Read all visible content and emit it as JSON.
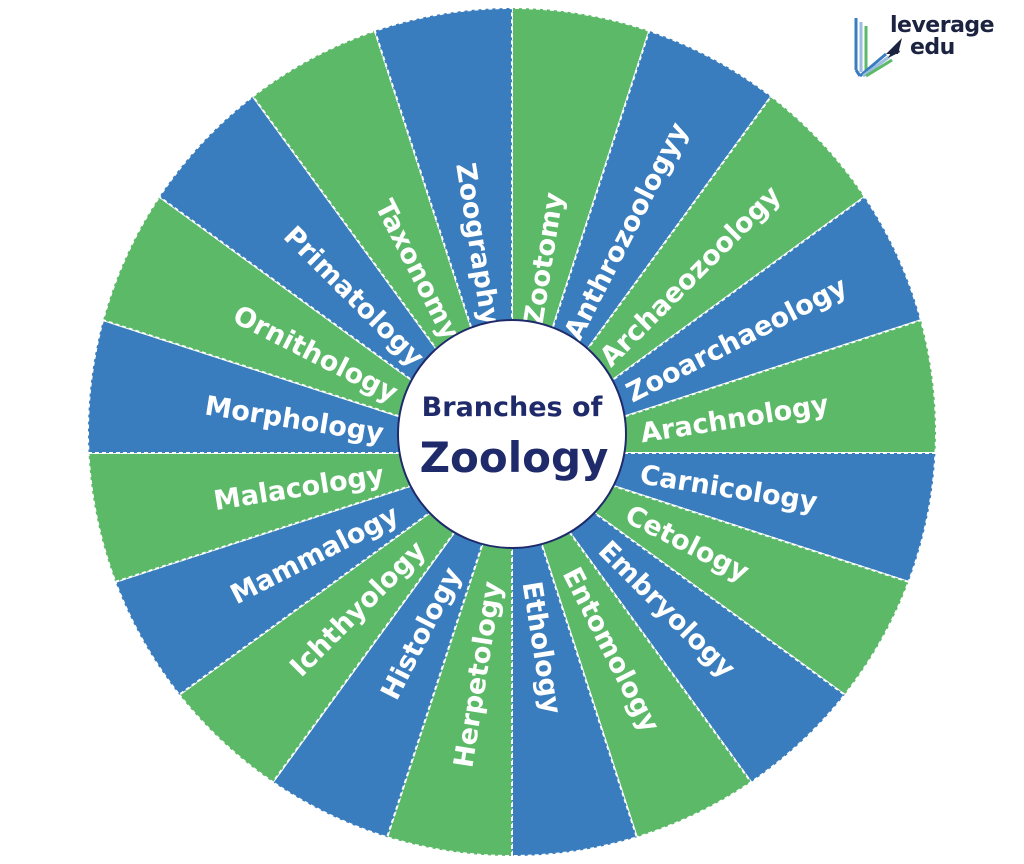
{
  "logo": {
    "line1": "leverage",
    "line2": "edu",
    "icon": "rocket-pencil-icon"
  },
  "center": {
    "line1": "Branches of",
    "line2": "Zoology"
  },
  "colors": {
    "blue": "#3a7dbf",
    "green": "#5cb968",
    "center_text": "#1f2a6b",
    "divider": "#ffffff"
  },
  "segments": [
    {
      "label": "Zootomy",
      "color": "green"
    },
    {
      "label": "Anthrozoologyy",
      "color": "blue"
    },
    {
      "label": "Archaeozoology",
      "color": "green"
    },
    {
      "label": "Zooarchaeology",
      "color": "blue"
    },
    {
      "label": "Arachnology",
      "color": "green"
    },
    {
      "label": "Carnicology",
      "color": "blue"
    },
    {
      "label": "Cetology",
      "color": "green"
    },
    {
      "label": "Embryology",
      "color": "blue"
    },
    {
      "label": "Entomology",
      "color": "green"
    },
    {
      "label": "Ethology",
      "color": "blue"
    },
    {
      "label": "Herpetology",
      "color": "green"
    },
    {
      "label": "Histology",
      "color": "blue"
    },
    {
      "label": "Ichthyology",
      "color": "green"
    },
    {
      "label": "Mammalogy",
      "color": "blue"
    },
    {
      "label": "Malacology",
      "color": "green"
    },
    {
      "label": "Morphology",
      "color": "blue"
    },
    {
      "label": "Ornithology",
      "color": "green"
    },
    {
      "label": "Primatology",
      "color": "blue"
    },
    {
      "label": "Taxonomy",
      "color": "green"
    },
    {
      "label": "Zoography",
      "color": "blue"
    }
  ]
}
